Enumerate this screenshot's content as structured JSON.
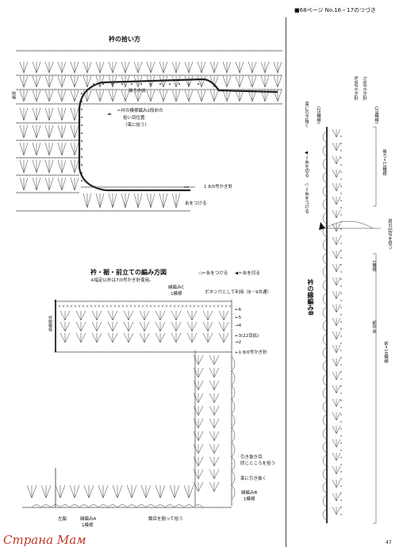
{
  "header": {
    "page_ref": "■68ページ No.16・17のつづき"
  },
  "collar_pickup": {
    "title": "衿の拾い方",
    "back_center": "後ろ中央",
    "note_lines": [
      "＝衿の模様編み2段めの",
      "拾い目位置",
      "（束に拾う）"
    ],
    "needle": "1 8/0号かぎ針",
    "attach": "糸をつける",
    "side_label": "前端"
  },
  "band_diagram": {
    "title": "衿・裾・前立ての編み方図",
    "legend_attach": "◁＝糸をつける",
    "legend_cut": "◀＝糸を切る",
    "note": "※指定以外は7/0号かぎ針使用。",
    "edge_c": "縁編みC",
    "edge_c_sub": "1模様",
    "buttonhole": "ボタン穴として利用（8・9共通）",
    "rows": [
      "6",
      "5",
      "4",
      "3(22目拡)",
      "2",
      "1 8/0号かぎ針"
    ],
    "side_label": "衿側模様",
    "pull_through_1": "引き抜き目",
    "pull_through_2": "同じところを拾う",
    "bundle_pull": "束に引き抜く",
    "edge_b": "縁編みB",
    "edge_b_sub": "1模様",
    "left_side": "左脇",
    "edge_a": "縁編みA",
    "edge_a_sub": "1模様",
    "pick_split": "鎖目を割って拾う"
  },
  "edge_b_chart": {
    "title": "衿の縁編みB",
    "top_rows": [
      "8/0号かぎ針",
      "7/0号かぎ針"
    ],
    "bundle": "束に引き抜く",
    "cut": "◀＝糸を切る",
    "attach": "◁＝糸をつける",
    "rows_25": "(25模様)",
    "rows_29": "(29模様)",
    "back_13": "後ろ=13模様",
    "shoulder": "肩の記号を拾う",
    "pattern_1": "1模様",
    "front_center": "前中央",
    "front_16": "前=16模様"
  },
  "page_number": "47",
  "watermark": "Страна Мам"
}
